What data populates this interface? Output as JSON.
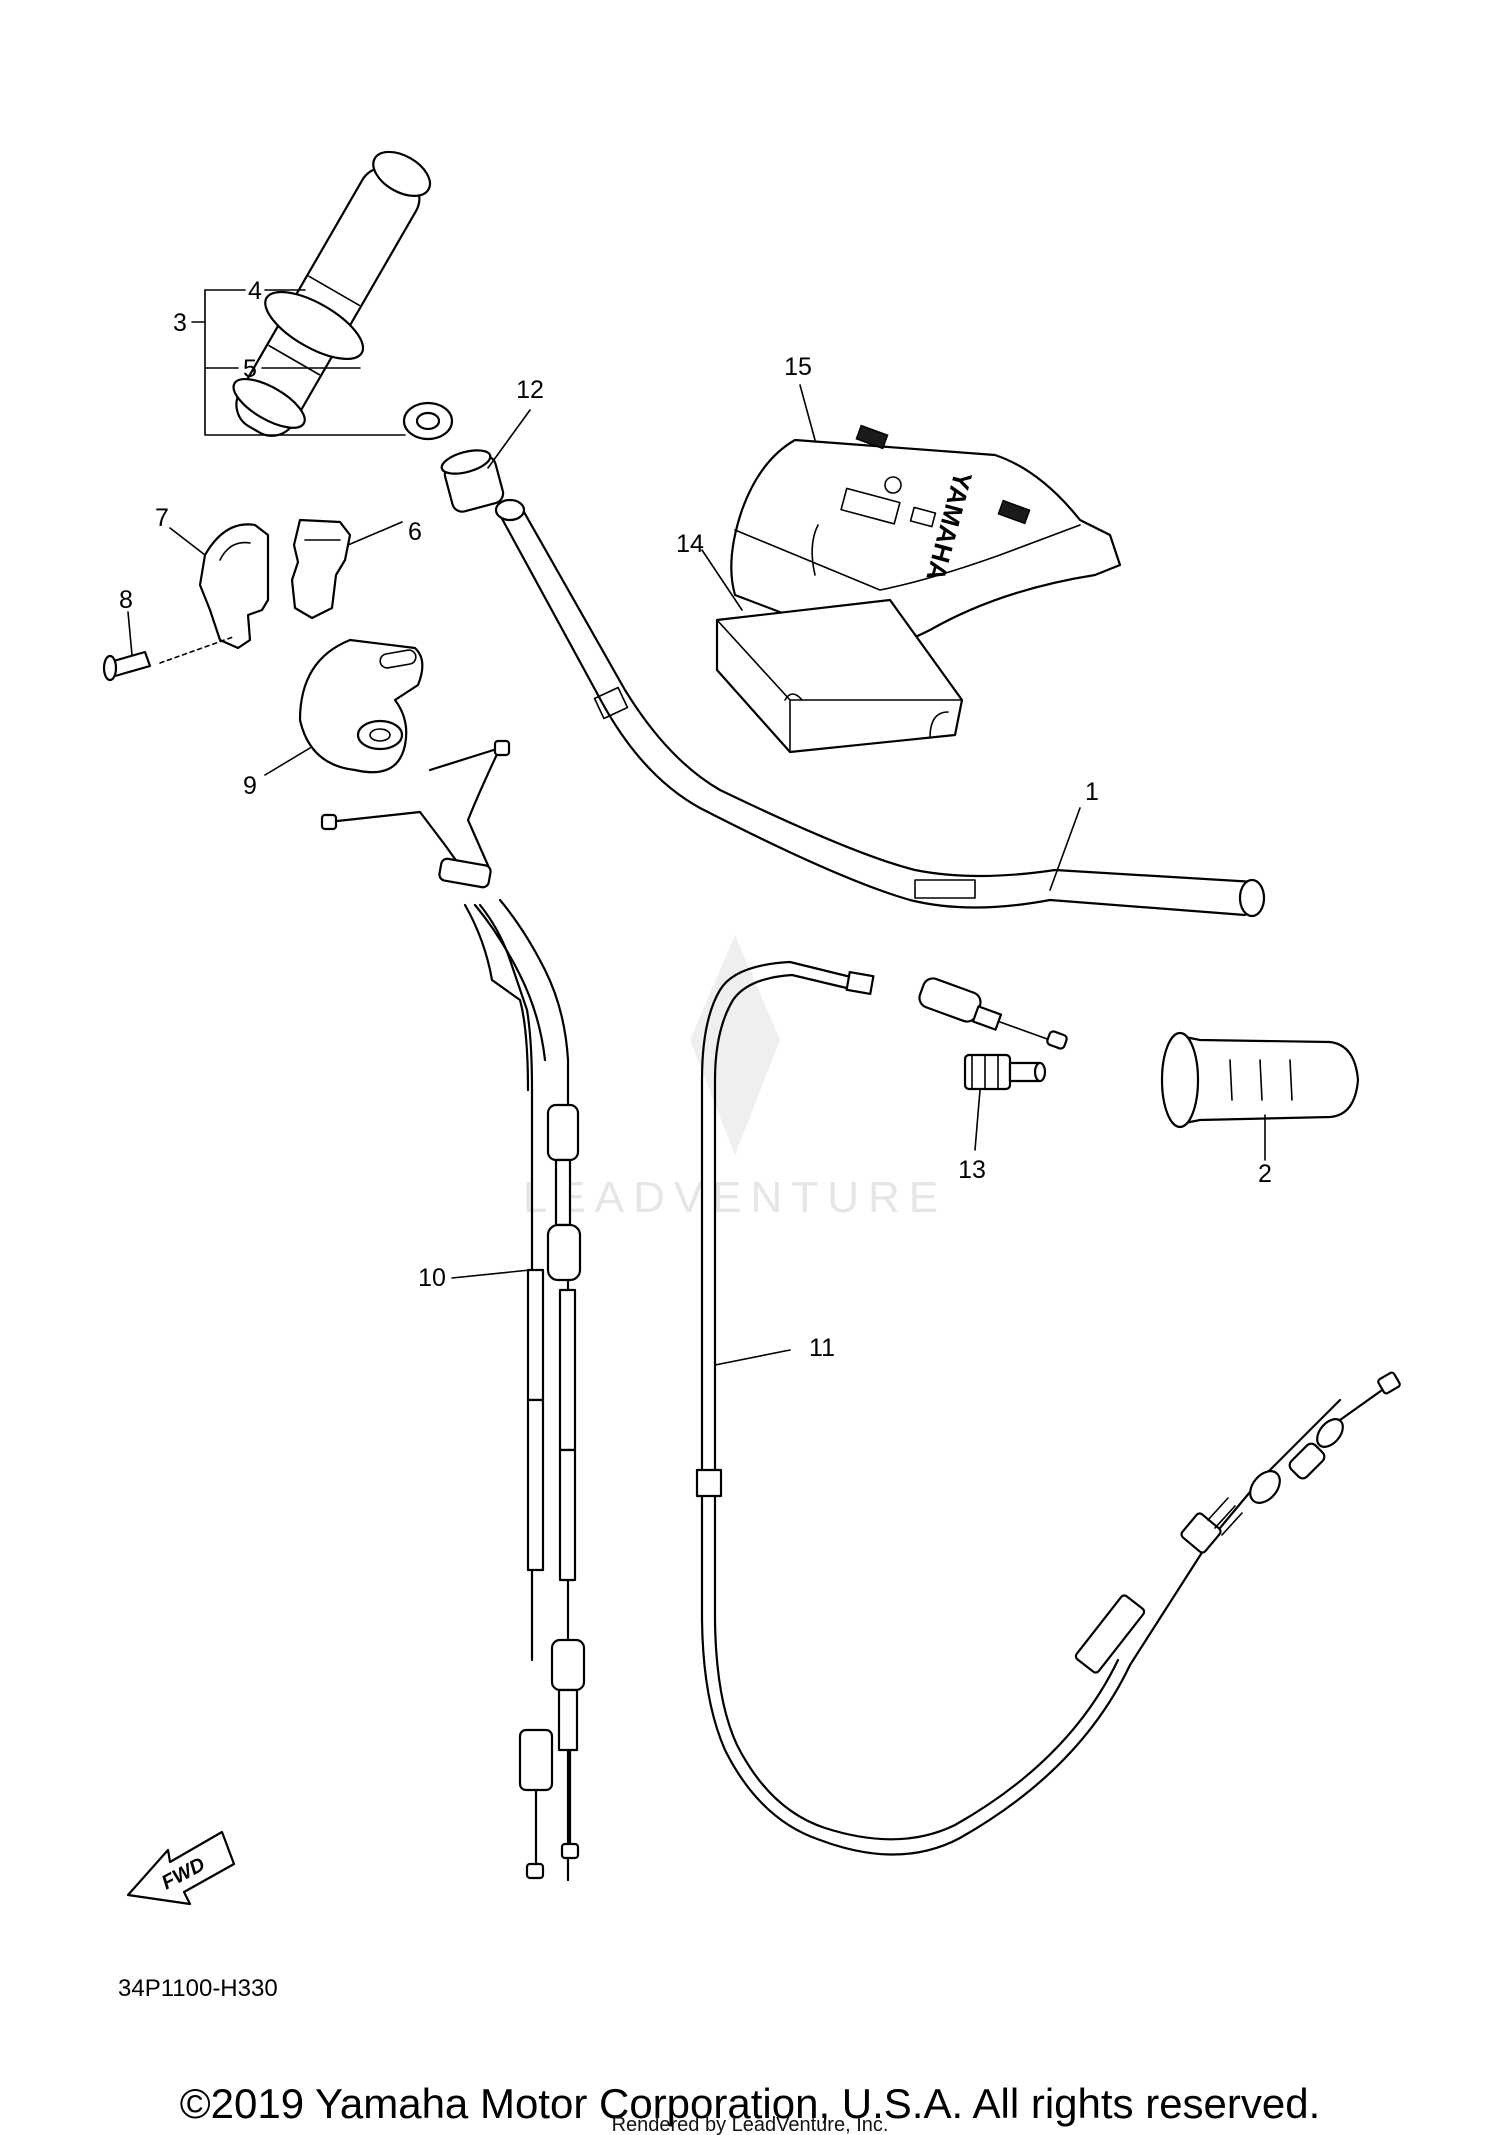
{
  "diagram": {
    "callouts": [
      {
        "id": "1",
        "label": "1"
      },
      {
        "id": "2",
        "label": "2"
      },
      {
        "id": "3",
        "label": "3"
      },
      {
        "id": "4",
        "label": "4"
      },
      {
        "id": "5",
        "label": "5"
      },
      {
        "id": "6",
        "label": "6"
      },
      {
        "id": "7",
        "label": "7"
      },
      {
        "id": "8",
        "label": "8"
      },
      {
        "id": "9",
        "label": "9"
      },
      {
        "id": "10",
        "label": "10"
      },
      {
        "id": "11",
        "label": "11"
      },
      {
        "id": "12",
        "label": "12"
      },
      {
        "id": "13",
        "label": "13"
      },
      {
        "id": "14",
        "label": "14"
      },
      {
        "id": "15",
        "label": "15"
      }
    ],
    "fwd_label": "FWD",
    "pad_brand": "YAMAHA",
    "diagram_code": "34P1100-H330"
  },
  "watermark": {
    "brand": "LEADVENTURE"
  },
  "footer": {
    "copyright": "©2019 Yamaha Motor Corporation, U.S.A. All rights reserved.",
    "rendered_by": "Rendered by LeadVenture, Inc."
  }
}
